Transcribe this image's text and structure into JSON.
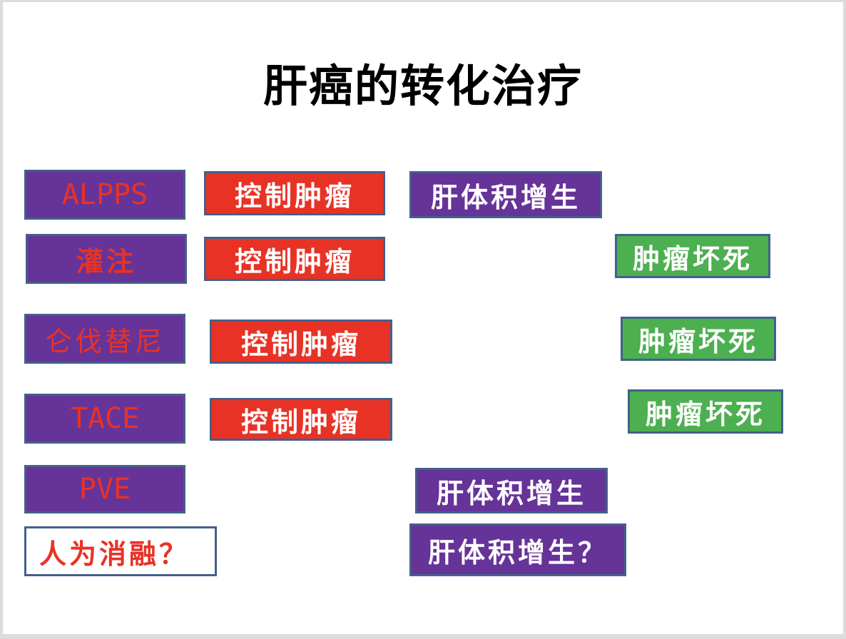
{
  "title": "肝癌的转化治疗",
  "rows": [
    {
      "method": "ALPPS",
      "effects": [
        "控制肿瘤",
        "肝体积增生"
      ]
    },
    {
      "method": "灌注",
      "effects": [
        "控制肿瘤",
        "肿瘤坏死"
      ]
    },
    {
      "method": "仑伐替尼",
      "effects": [
        "控制肿瘤",
        "肿瘤坏死"
      ]
    },
    {
      "method": "TACE",
      "effects": [
        "控制肿瘤",
        "肿瘤坏死"
      ]
    },
    {
      "method": "PVE",
      "effects": [
        "肝体积增生"
      ]
    },
    {
      "method": "人为消融？",
      "effects": [
        "肝体积增生？"
      ]
    }
  ],
  "colors": {
    "purple": "#663399",
    "red": "#e83225",
    "green": "#4caf50",
    "border": "#44608a"
  }
}
